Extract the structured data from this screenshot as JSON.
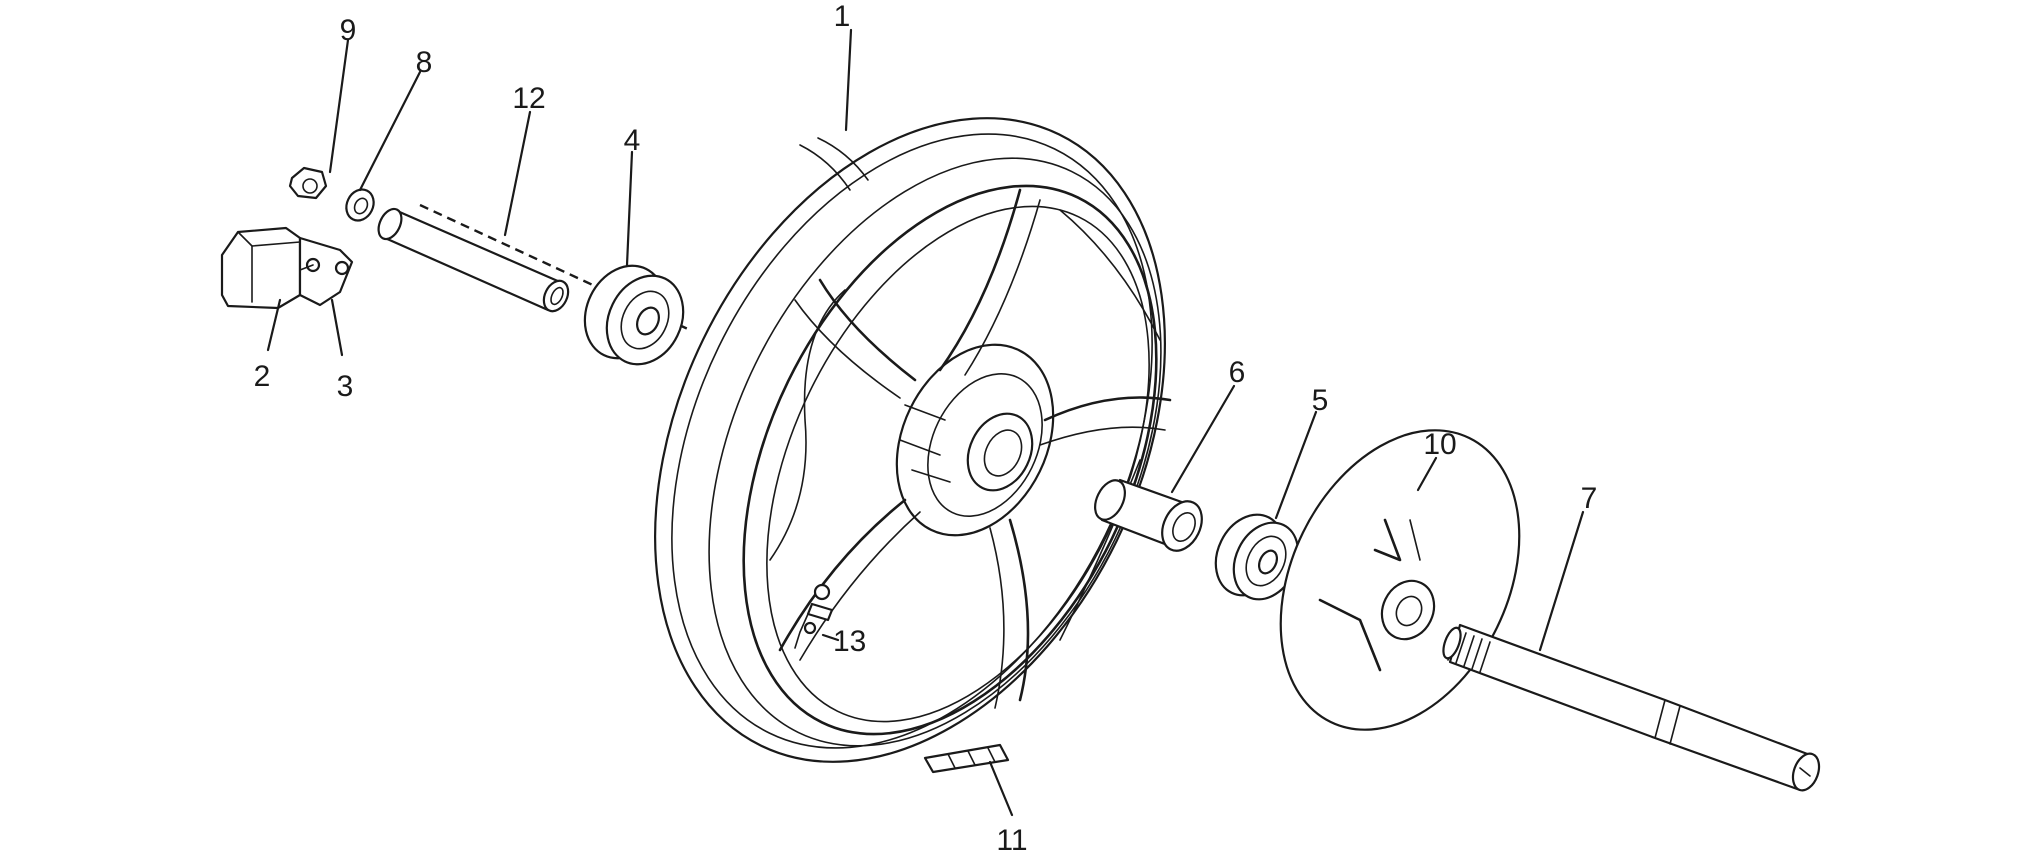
{
  "diagram": {
    "callouts": [
      {
        "id": "c1",
        "text": "1"
      },
      {
        "id": "c2",
        "text": "2"
      },
      {
        "id": "c3",
        "text": "3"
      },
      {
        "id": "c4",
        "text": "4"
      },
      {
        "id": "c5",
        "text": "5"
      },
      {
        "id": "c6",
        "text": "6"
      },
      {
        "id": "c7",
        "text": "7"
      },
      {
        "id": "c8",
        "text": "8"
      },
      {
        "id": "c9",
        "text": "9"
      },
      {
        "id": "c10",
        "text": "10"
      },
      {
        "id": "c11",
        "text": "11"
      },
      {
        "id": "c12",
        "text": "12"
      },
      {
        "id": "c13",
        "text": "13"
      }
    ]
  }
}
